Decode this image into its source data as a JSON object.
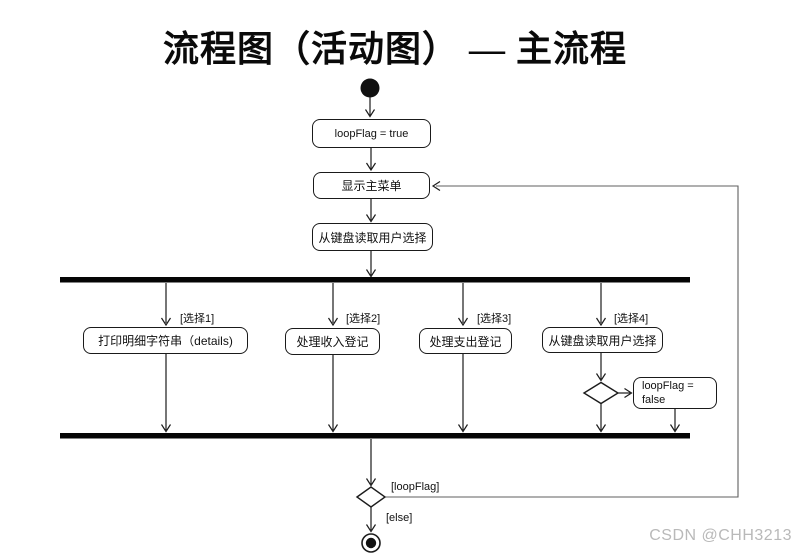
{
  "title": "流程图（活动图） — 主流程",
  "nodes": {
    "init_loopflag": "loopFlag = true",
    "show_main_menu": "显示主菜单",
    "read_user_choice": "从键盘读取用户选择",
    "print_details": "打印明细字符串（details)",
    "handle_income": "处理收入登记",
    "handle_expense": "处理支出登记",
    "read_user_choice_2": "从键盘读取用户选择",
    "set_loopflag_false_line1": "loopFlag =",
    "set_loopflag_false_line2": "false"
  },
  "edge_labels": {
    "choice1": "[选择1]",
    "choice2": "[选择2]",
    "choice3": "[选择3]",
    "choice4": "[选择4]",
    "loopflag_guard": "[loopFlag]",
    "else_guard": "[else]"
  },
  "watermark": "CSDN @CHH3213",
  "colors": {
    "line": "#1c1c1c",
    "bar": "#050505",
    "loopback_line": "#5f5f5f",
    "node_border": "#1a1a1a",
    "watermark": "#b9b9b9"
  }
}
